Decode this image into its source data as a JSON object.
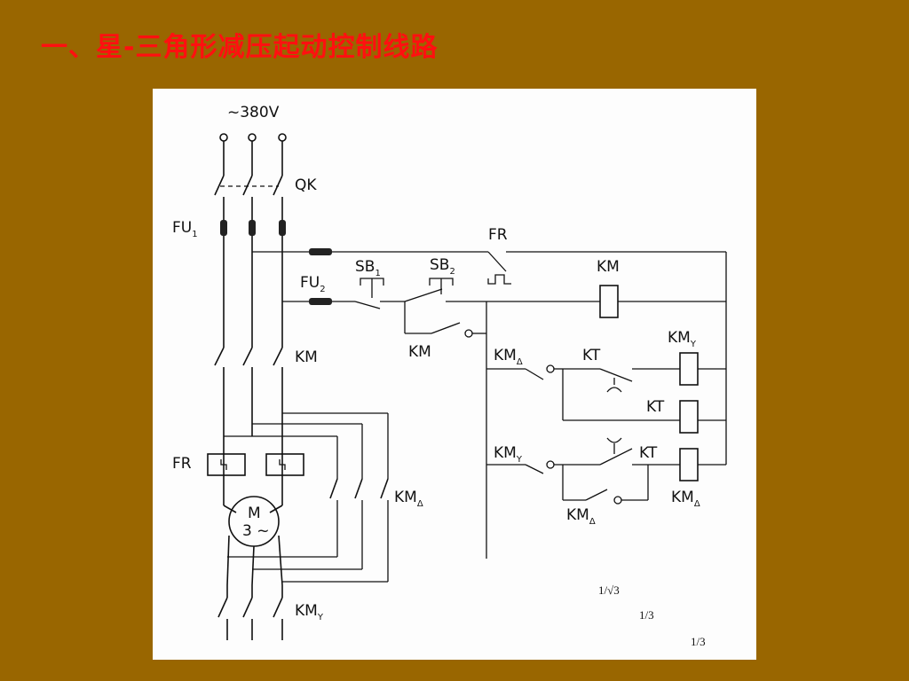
{
  "slide": {
    "title": "一、星-三角形减压起动控制线路"
  },
  "diagram": {
    "supply": "~380V",
    "qk": "QK",
    "fu1": "FU",
    "fu1_sub": "1",
    "fu2": "FU",
    "fu2_sub": "2",
    "fr_top": "FR",
    "sb1": "SB",
    "sb1_sub": "1",
    "sb2": "SB",
    "sb2_sub": "2",
    "km_coil": "KM",
    "km_main": "KM",
    "km_hold": "KM",
    "km_delta_ctrl": "KM",
    "km_delta_ctrl_sub": "Δ",
    "kt_contact": "KT",
    "kmy_coil": "KM",
    "kmy_coil_sub": "Y",
    "kt_coil": "KT",
    "kmy_ctrl": "KM",
    "kmy_ctrl_sub": "Y",
    "kt_contact2": "KT",
    "km_delta_coil": "KM",
    "km_delta_coil_sub": "Δ",
    "km_delta_hold": "KM",
    "km_delta_hold_sub": "Δ",
    "fr_left": "FR",
    "km_delta_main": "KM",
    "km_delta_main_sub": "Δ",
    "motor_m": "M",
    "motor_3": "3 ~",
    "kmy_main": "KM",
    "kmy_main_sub": "Y",
    "note1": "1/√3",
    "note2": "1/3",
    "note3": "1/3"
  }
}
